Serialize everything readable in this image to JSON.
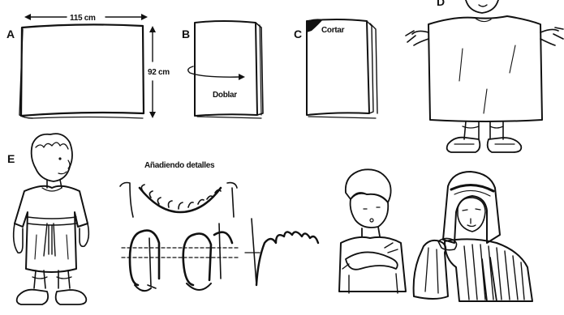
{
  "steps": {
    "a": "A",
    "b": "B",
    "c": "C",
    "d": "D",
    "e": "E"
  },
  "dimensions": {
    "width": "115 cm",
    "height": "92 cm"
  },
  "actions": {
    "fold": "Doblar",
    "cut": "Cortar"
  },
  "details_caption": "Añadiendo detalles"
}
